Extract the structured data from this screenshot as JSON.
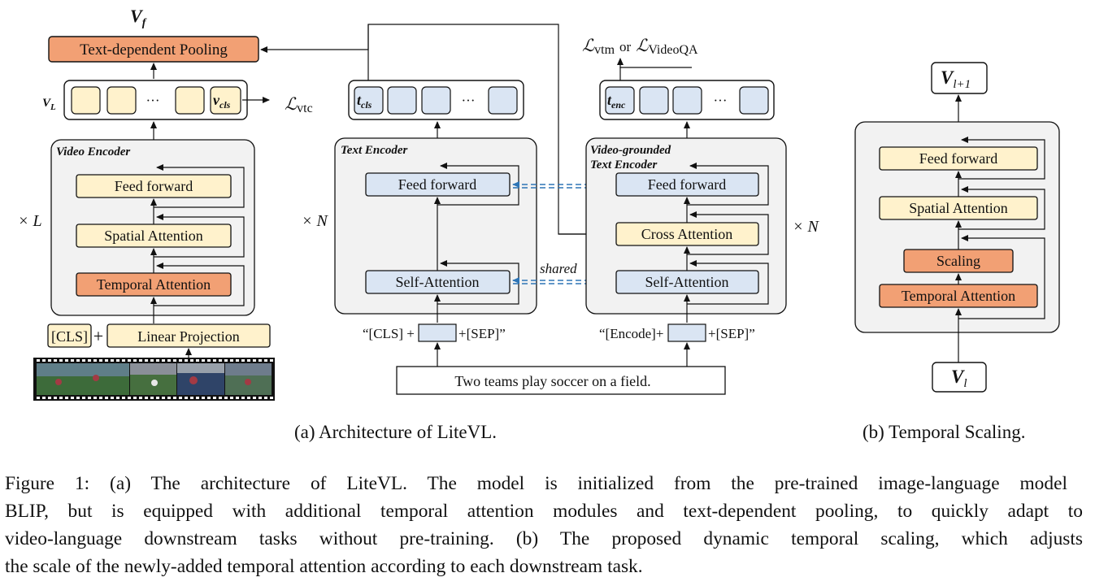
{
  "colors": {
    "orange": "#f2a074",
    "cream": "#fff2cc",
    "blue": "#dae5f3",
    "panel": "#f2f2f2",
    "dashed_link": "#2e75b6",
    "line": "#111111"
  },
  "a": {
    "pooling_out": "V",
    "pooling_out_sub": "f",
    "pooling": "Text-dependent Pooling",
    "video_tokens_label": "V",
    "video_tokens_label_sub": "L",
    "video_tokens_dots": "···",
    "vcls": "v",
    "vcls_sub": "cls",
    "loss_vtc": "ℒ",
    "loss_vtc_sub": "vtc",
    "video_encoder": {
      "title": "Video Encoder",
      "repeat": "× L",
      "feed_forward": "Feed forward",
      "spatial": "Spatial Attention",
      "temporal": "Temporal Attention"
    },
    "cls_token": "[CLS]",
    "plus": "+",
    "linear_projection": "Linear Projection",
    "frames_icon": "film-strip-icon",
    "text_encoder": {
      "title": "Text Encoder",
      "repeat": "× N",
      "feed_forward": "Feed forward",
      "self_attention": "Self-Attention",
      "out_first": "t",
      "out_first_sub": "cls",
      "out_dots": "···",
      "input_prefix": "“[CLS] +",
      "input_suffix": "+[SEP]”"
    },
    "shared_label": "shared",
    "vg_encoder": {
      "title_line1": "Video-grounded",
      "title_line2": "Text Encoder",
      "repeat": "× N",
      "feed_forward": "Feed forward",
      "cross_attention": "Cross Attention",
      "self_attention": "Self-Attention",
      "out_first": "t",
      "out_first_sub": "enc",
      "out_dots": "···",
      "input_prefix": "“[Encode]+",
      "input_suffix": "+[SEP]”",
      "loss_vtm": "ℒ",
      "loss_vtm_sub": "vtm",
      "loss_or": "or",
      "loss_qa": "ℒ",
      "loss_qa_sub": "VideoQA"
    },
    "text_input": "Two teams play soccer on a field.",
    "caption": "(a) Architecture of LiteVL."
  },
  "b": {
    "top": "V",
    "top_sub": "l+1",
    "feed_forward": "Feed forward",
    "spatial": "Spatial Attention",
    "scaling": "Scaling",
    "temporal": "Temporal Attention",
    "bottom": "V",
    "bottom_sub": "l",
    "caption": "(b) Temporal Scaling."
  },
  "figure_caption": [
    "Figure 1:  (a) The architecture of LiteVL. The model is initialized from the pre-trained image-language model",
    "BLIP, but is equipped with additional temporal attention modules and text-dependent pooling, to quickly adapt to",
    "video-language downstream tasks without pre-training. (b) The proposed dynamic temporal scaling, which adjusts",
    "the scale of the newly-added temporal attention according to each downstream task."
  ]
}
